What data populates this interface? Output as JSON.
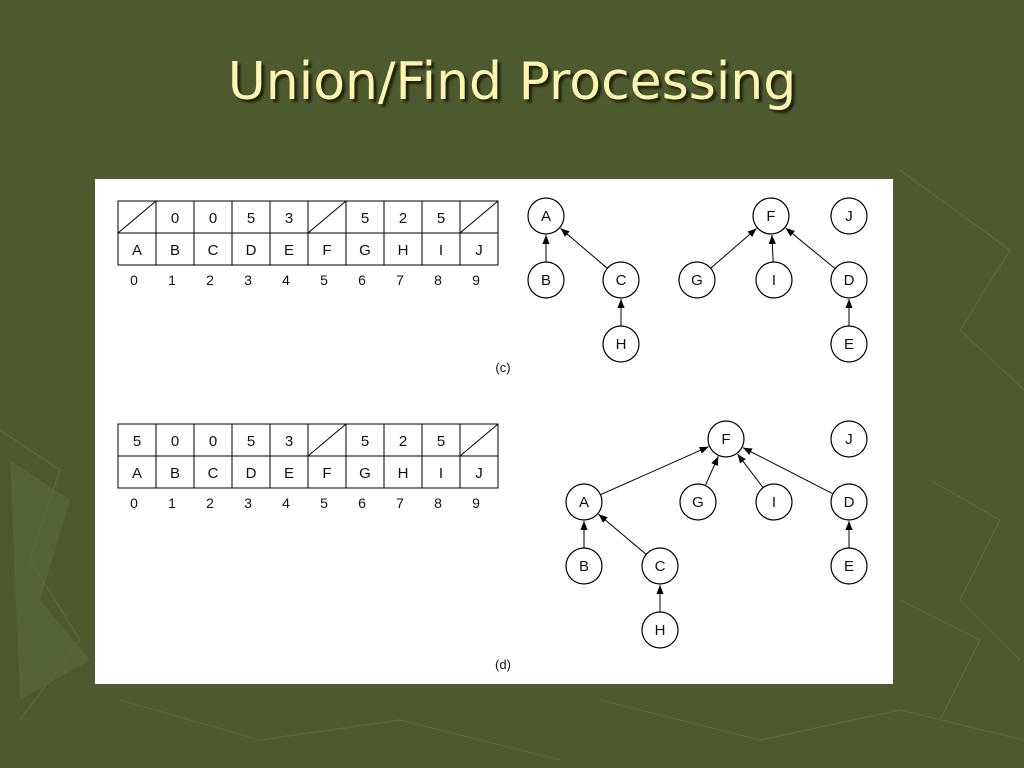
{
  "slide": {
    "title": "Union/Find Processing",
    "background_color": "#4c5a2e",
    "title_color": "#fbf5b0"
  },
  "panels": [
    {
      "caption": "(c)",
      "parents": [
        "",
        "0",
        "0",
        "5",
        "3",
        "",
        "5",
        "2",
        "5",
        ""
      ],
      "labels": [
        "A",
        "B",
        "C",
        "D",
        "E",
        "F",
        "G",
        "H",
        "I",
        "J"
      ],
      "indices": [
        "0",
        "1",
        "2",
        "3",
        "4",
        "5",
        "6",
        "7",
        "8",
        "9"
      ],
      "nodes": [
        "A",
        "B",
        "C",
        "H",
        "F",
        "J",
        "G",
        "I",
        "D",
        "E"
      ],
      "edges": [
        [
          "B",
          "A"
        ],
        [
          "C",
          "A"
        ],
        [
          "H",
          "C"
        ],
        [
          "G",
          "F"
        ],
        [
          "I",
          "F"
        ],
        [
          "D",
          "F"
        ],
        [
          "E",
          "D"
        ]
      ]
    },
    {
      "caption": "(d)",
      "parents": [
        "5",
        "0",
        "0",
        "5",
        "3",
        "",
        "5",
        "2",
        "5",
        ""
      ],
      "labels": [
        "A",
        "B",
        "C",
        "D",
        "E",
        "F",
        "G",
        "H",
        "I",
        "J"
      ],
      "indices": [
        "0",
        "1",
        "2",
        "3",
        "4",
        "5",
        "6",
        "7",
        "8",
        "9"
      ],
      "nodes": [
        "F",
        "J",
        "A",
        "G",
        "I",
        "D",
        "B",
        "C",
        "E",
        "H"
      ],
      "edges": [
        [
          "A",
          "F"
        ],
        [
          "G",
          "F"
        ],
        [
          "I",
          "F"
        ],
        [
          "D",
          "F"
        ],
        [
          "B",
          "A"
        ],
        [
          "C",
          "A"
        ],
        [
          "H",
          "C"
        ],
        [
          "E",
          "D"
        ]
      ]
    }
  ]
}
